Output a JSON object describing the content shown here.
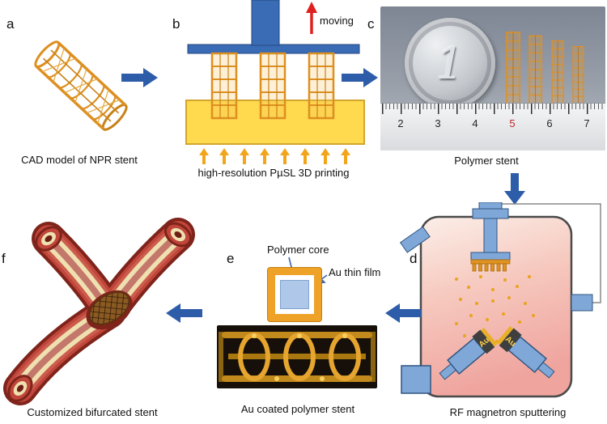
{
  "figure": {
    "panels": {
      "a": {
        "letter": "a",
        "caption": "CAD model of NPR stent"
      },
      "b": {
        "letter": "b",
        "caption": "high-resolution PµSL 3D printing",
        "moving": "moving"
      },
      "c": {
        "letter": "c",
        "caption": "Polymer stent",
        "coin": "1",
        "ruler": [
          "2",
          "3",
          "4",
          "5",
          "6",
          "7"
        ]
      },
      "d": {
        "letter": "d",
        "caption": "RF magnetron sputtering",
        "au": [
          "Au",
          "Au"
        ]
      },
      "e": {
        "letter": "e",
        "caption": "Au coated polymer stent",
        "core": "Polymer core",
        "film": "Au thin film"
      },
      "f": {
        "letter": "f",
        "caption": "Customized bifurcated stent"
      }
    },
    "colors": {
      "process_arrow": "#2D5CA8",
      "stent_orange": "#DD8F20",
      "resin_yellow": "#FFD94E",
      "machine_blue": "#3A6BB5",
      "moving_arrow_red": "#E02020",
      "au_gold": "#E8B028",
      "polymer_core_blue": "#AFC7E9",
      "chamber_pink": "#F6C9BF"
    }
  }
}
